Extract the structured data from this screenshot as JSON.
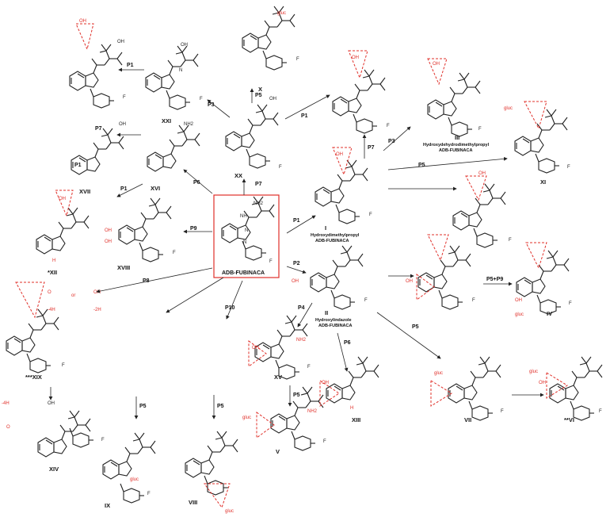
{
  "parent": {
    "name": "ADB-FUBINACA"
  },
  "compounds": [
    {
      "id": "XXI"
    },
    {
      "id": "X"
    },
    {
      "id": "XX"
    },
    {
      "id": "XVII"
    },
    {
      "id": "XVI"
    },
    {
      "id": "*XII"
    },
    {
      "id": "XVIII"
    },
    {
      "id": "***XIX"
    },
    {
      "id": "XIV"
    },
    {
      "id": "IX"
    },
    {
      "id": "VIII"
    },
    {
      "id": "I",
      "caption": [
        "Hydroxydimethylpropyl",
        "ADB-FUBINACA"
      ]
    },
    {
      "id": "III",
      "caption": [
        "Hydroxydehydrodimethylpropyl",
        "ADB-FUBINACA"
      ]
    },
    {
      "id": "XI"
    },
    {
      "id": "II",
      "caption": [
        "Hydroxylindazole",
        "ADB-FUBINACA"
      ]
    },
    {
      "id": "IV"
    },
    {
      "id": "XV"
    },
    {
      "id": "V"
    },
    {
      "id": "XIII"
    },
    {
      "id": "VII"
    },
    {
      "id": "**VI"
    }
  ],
  "pathways": [
    "P1",
    "P3",
    "P5",
    "P7",
    "P1",
    "P3",
    "P7",
    "P5",
    "P1",
    "P6",
    "P7",
    "P1",
    "P9",
    "P1",
    "P2",
    "P5+P9",
    "P4",
    "P6",
    "P5",
    "P8",
    "P10",
    "P5",
    "P5",
    "P5"
  ],
  "atoms": {
    "oh": "OH",
    "nh2": "NH2",
    "nh": "NH",
    "n": "N",
    "o": "O",
    "f": "F",
    "gluc": "gluc",
    "hn": "H",
    "minus4h": "-4H",
    "minus2h": "-2H",
    "or": "or"
  }
}
